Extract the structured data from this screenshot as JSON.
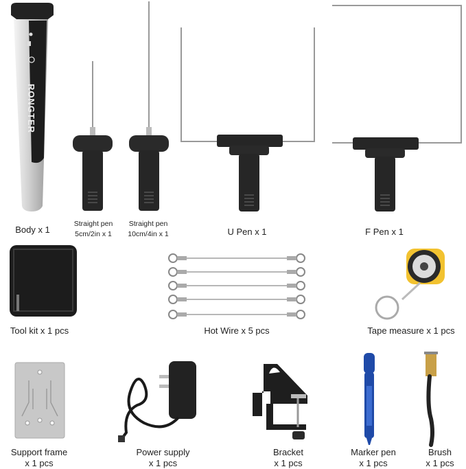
{
  "brand_text": "RONGTER",
  "items": {
    "body": {
      "label": "Body x 1"
    },
    "straight_5": {
      "line1": "Straight pen",
      "line2": "5cm/2in x 1"
    },
    "straight_10": {
      "line1": "Straight pen",
      "line2": "10cm/4in x 1"
    },
    "u_pen": {
      "label": "U Pen x 1"
    },
    "f_pen": {
      "label": "F Pen x 1"
    },
    "tool_kit": {
      "label": "Tool kit x 1 pcs"
    },
    "hot_wire": {
      "label": "Hot Wire x 5 pcs"
    },
    "tape": {
      "label": "Tape measure x 1 pcs"
    },
    "support": {
      "line1": "Support frame",
      "line2": "x 1 pcs"
    },
    "power": {
      "line1": "Power supply",
      "line2": "x 1 pcs"
    },
    "bracket": {
      "line1": "Bracket",
      "line2": "x 1 pcs"
    },
    "marker": {
      "line1": "Marker pen",
      "line2": "x 1 pcs"
    },
    "brush": {
      "line1": "Brush",
      "line2": "x 1 pcs"
    }
  },
  "colors": {
    "handle": "#2a2a2a",
    "silver": "#d6d6d6",
    "wire": "#8c8c8c",
    "bag": "#1c1c1c",
    "marker": "#1f4aa8",
    "tape": "#f2c230"
  }
}
